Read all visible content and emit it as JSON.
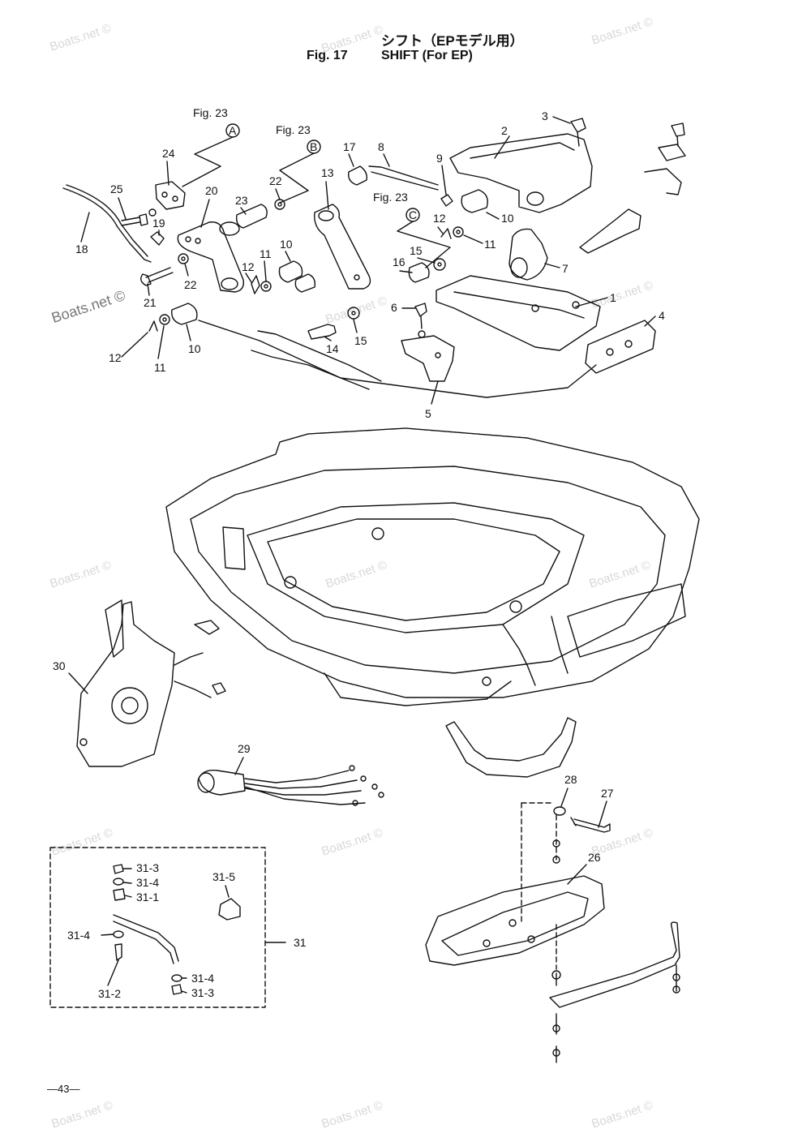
{
  "title": {
    "japanese": "シフト（EPモデル用）",
    "figure": "Fig. 17",
    "english": "SHIFT (For EP)"
  },
  "page_number": "—43—",
  "watermark": {
    "text": "Boats.net ©"
  },
  "references": [
    {
      "id": "ref-a",
      "figure": "Fig. 23",
      "circle": "A"
    },
    {
      "id": "ref-b",
      "figure": "Fig. 23",
      "circle": "B"
    },
    {
      "id": "ref-c",
      "figure": "Fig. 23",
      "circle": "C"
    }
  ],
  "part_labels": [
    "1",
    "2",
    "3",
    "4",
    "5",
    "6",
    "7",
    "8",
    "9",
    "10",
    "10",
    "10",
    "11",
    "11",
    "11",
    "12",
    "12",
    "12",
    "13",
    "14",
    "15",
    "15",
    "16",
    "17",
    "18",
    "19",
    "20",
    "21",
    "22",
    "22",
    "23",
    "24",
    "25",
    "26",
    "27",
    "28",
    "29",
    "30",
    "31",
    "31-1",
    "31-2",
    "31-3",
    "31-3",
    "31-4",
    "31-4",
    "31-4",
    "31-5"
  ],
  "colors": {
    "line": "#111111",
    "watermark": "#d8d8d8"
  }
}
